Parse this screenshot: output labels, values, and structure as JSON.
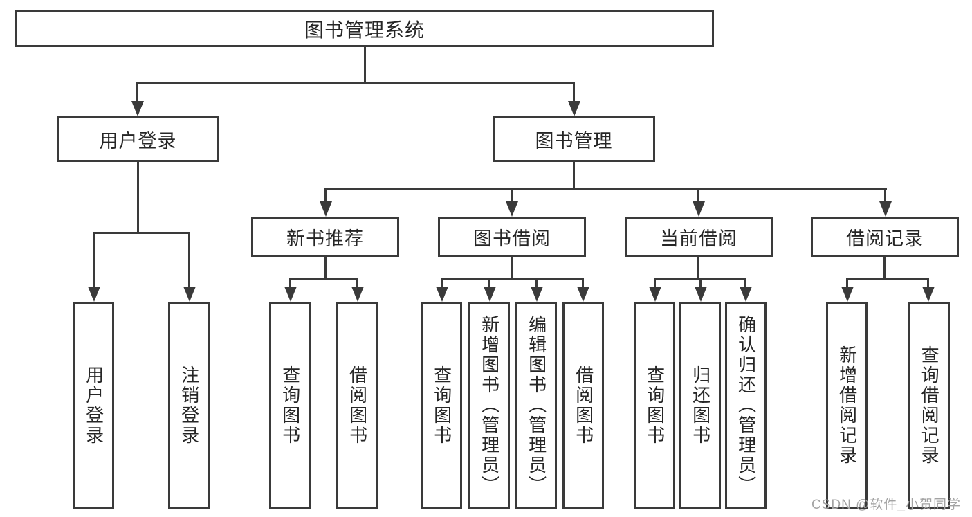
{
  "diagram": {
    "root": "图书管理系统",
    "level2": [
      "用户登录",
      "图书管理"
    ],
    "level3": [
      "新书推荐",
      "图书借阅",
      "当前借阅",
      "借阅记录"
    ],
    "leaves_user_login": [
      "用户登录",
      "注销登录"
    ],
    "leaves_new_book": [
      "查询图书",
      "借阅图书"
    ],
    "leaves_book_borrow": [
      "查询图书",
      "新增图书（管理员）",
      "编辑图书（管理员）",
      "借阅图书"
    ],
    "leaves_current_borrow": [
      "查询图书",
      "归还图书",
      "确认归还（管理员）"
    ],
    "leaves_borrow_records": [
      "新增借阅记录",
      "查询借阅记录"
    ],
    "colors": {
      "line": "#3a3a3a",
      "text": "#262626",
      "background": "#ffffff",
      "watermark": "#a3a3a3"
    }
  },
  "watermark": "CSDN @软件_小贺同学"
}
